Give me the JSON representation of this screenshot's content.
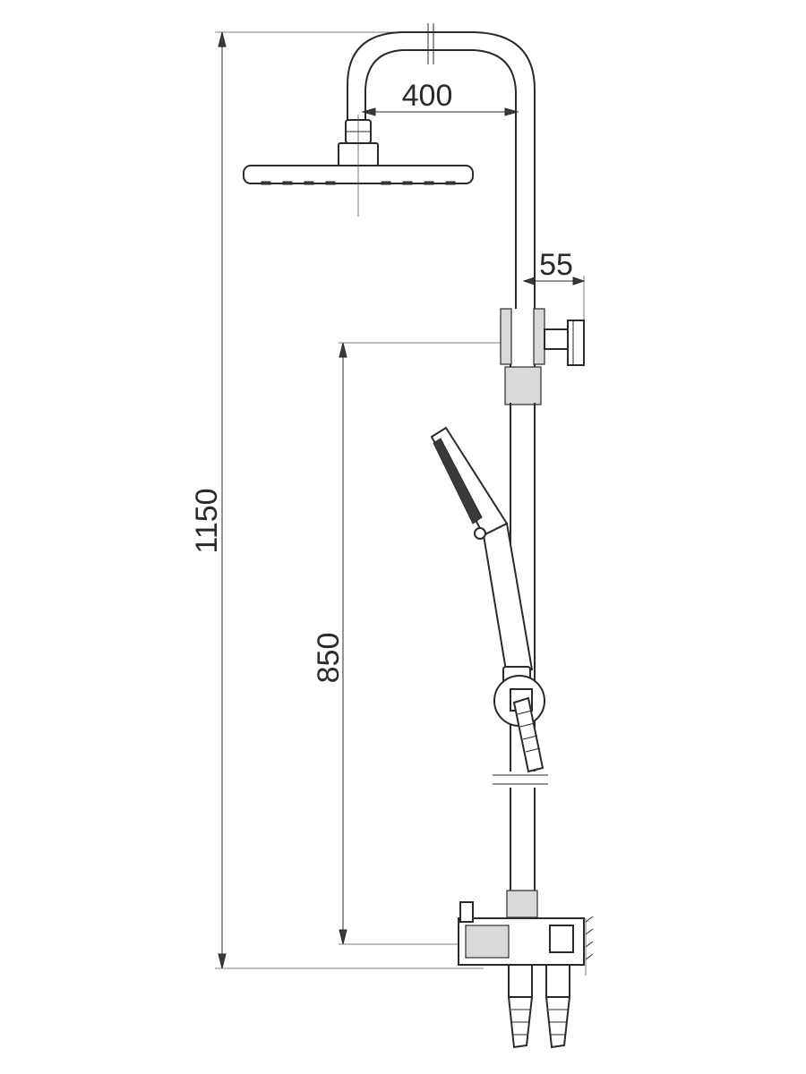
{
  "drawing": {
    "dimensions": {
      "arm_reach": "400",
      "bracket_offset": "55",
      "total_height": "1150",
      "slide_height": "850"
    }
  }
}
